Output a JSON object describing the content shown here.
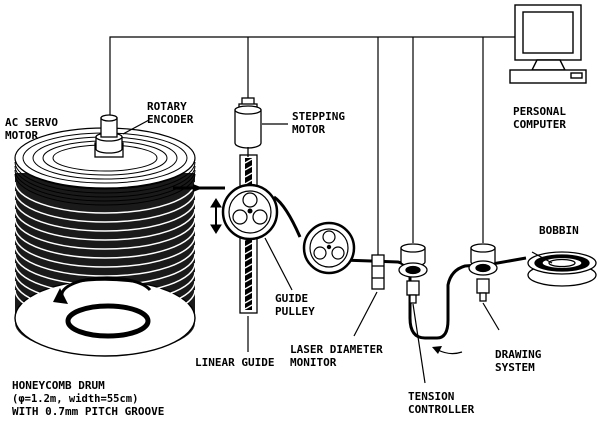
{
  "labels": {
    "ac_servo_1": "AC SERVO",
    "ac_servo_2": "MOTOR",
    "rotary_1": "ROTARY",
    "rotary_2": "ENCODER",
    "stepping_1": "STEPPING",
    "stepping_2": "MOTOR",
    "pc_1": "PERSONAL",
    "pc_2": "COMPUTER",
    "bobbin": "BOBBIN",
    "guide_1": "GUIDE",
    "guide_2": "PULLEY",
    "linear_guide": "LINEAR GUIDE",
    "laser_1": "LASER DIAMETER",
    "laser_2": "MONITOR",
    "drawing_1": "DRAWING",
    "drawing_2": "SYSTEM",
    "honey_1": "HONEYCOMB DRUM",
    "honey_2": "(φ=1.2m, width=55cm)",
    "honey_3": "WITH 0.7mm PITCH GROOVE",
    "tension_1": "TENSION",
    "tension_2": "CONTROLLER"
  },
  "colors": {
    "ink": "#000000",
    "paper": "#ffffff"
  }
}
